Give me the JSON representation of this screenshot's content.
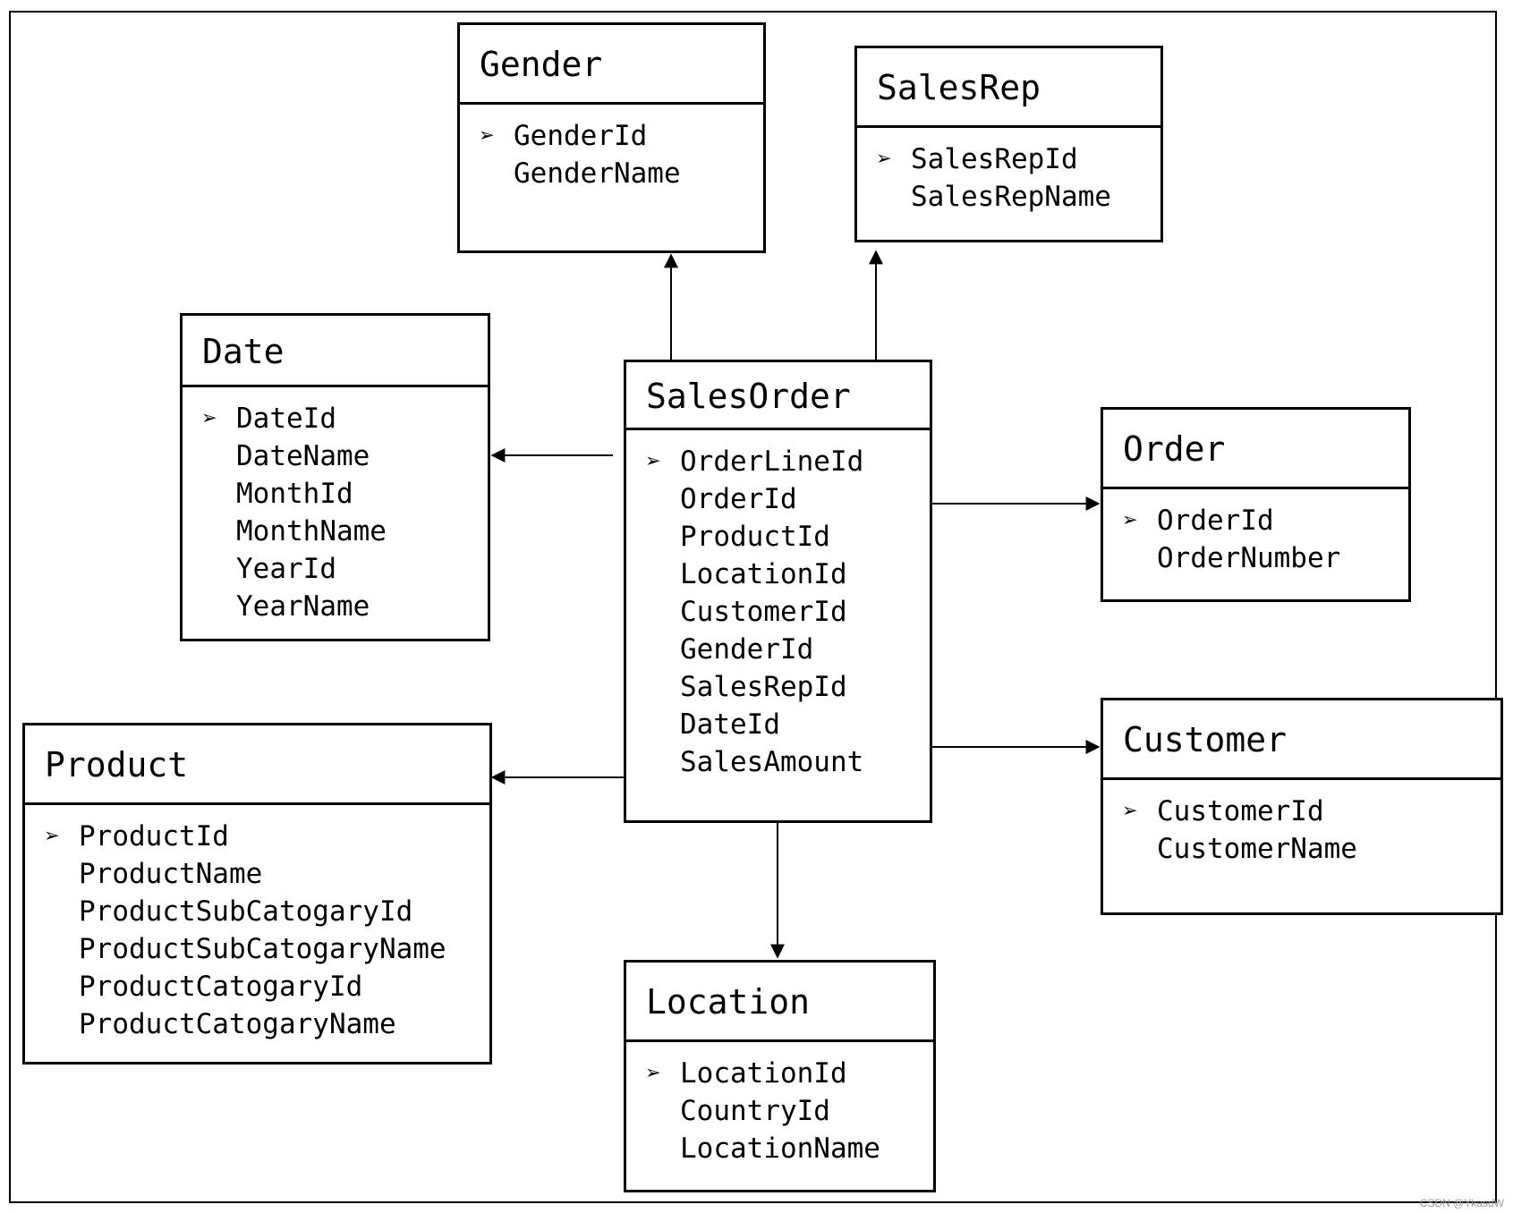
{
  "entities": {
    "gender": {
      "title": "Gender",
      "pk": "GenderId",
      "fields": [
        "GenderName"
      ]
    },
    "salesrep": {
      "title": "SalesRep",
      "pk": "SalesRepId",
      "fields": [
        "SalesRepName"
      ]
    },
    "date": {
      "title": "Date",
      "pk": "DateId",
      "fields": [
        "DateName",
        "MonthId",
        "MonthName",
        "YearId",
        "YearName"
      ]
    },
    "salesorder": {
      "title": "SalesOrder",
      "pk": "OrderLineId",
      "fields": [
        "OrderId",
        "ProductId",
        "LocationId",
        "CustomerId",
        "GenderId",
        "SalesRepId",
        "DateId",
        "SalesAmount"
      ]
    },
    "order": {
      "title": "Order",
      "pk": "OrderId",
      "fields": [
        "OrderNumber"
      ]
    },
    "product": {
      "title": "Product",
      "pk": "ProductId",
      "fields": [
        "ProductName",
        "ProductSubCatogaryId",
        "ProductSubCatogaryName",
        "ProductCatogaryId",
        "ProductCatogaryName"
      ]
    },
    "customer": {
      "title": "Customer",
      "pk": "CustomerId",
      "fields": [
        "CustomerName"
      ]
    },
    "location": {
      "title": "Location",
      "pk": "LocationId",
      "fields": [
        "CountryId",
        "LocationName"
      ]
    }
  },
  "pk_marker": "➢",
  "watermark": "CSDN @YkasdW"
}
